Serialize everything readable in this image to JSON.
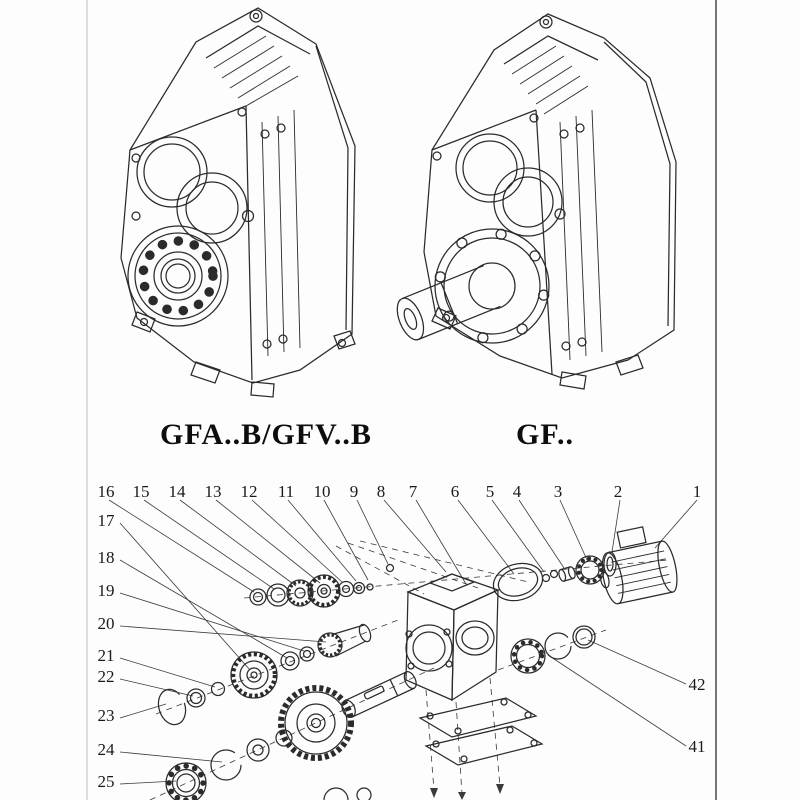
{
  "colors": {
    "line": "#2b2b2b",
    "text": "#111111",
    "background": "#fdfdfd"
  },
  "products": [
    {
      "label": "GFA..B/GFV..B"
    },
    {
      "label": "GF.."
    }
  ],
  "exploded_view": {
    "callouts_top": [
      "16",
      "15",
      "14",
      "13",
      "12",
      "11",
      "10",
      "9",
      "8",
      "7",
      "6",
      "5",
      "4",
      "3",
      "2",
      "1"
    ],
    "callouts_left": [
      "17",
      "18",
      "19",
      "20",
      "21",
      "22",
      "23",
      "24",
      "25"
    ],
    "callouts_right": [
      "42",
      "41"
    ]
  }
}
